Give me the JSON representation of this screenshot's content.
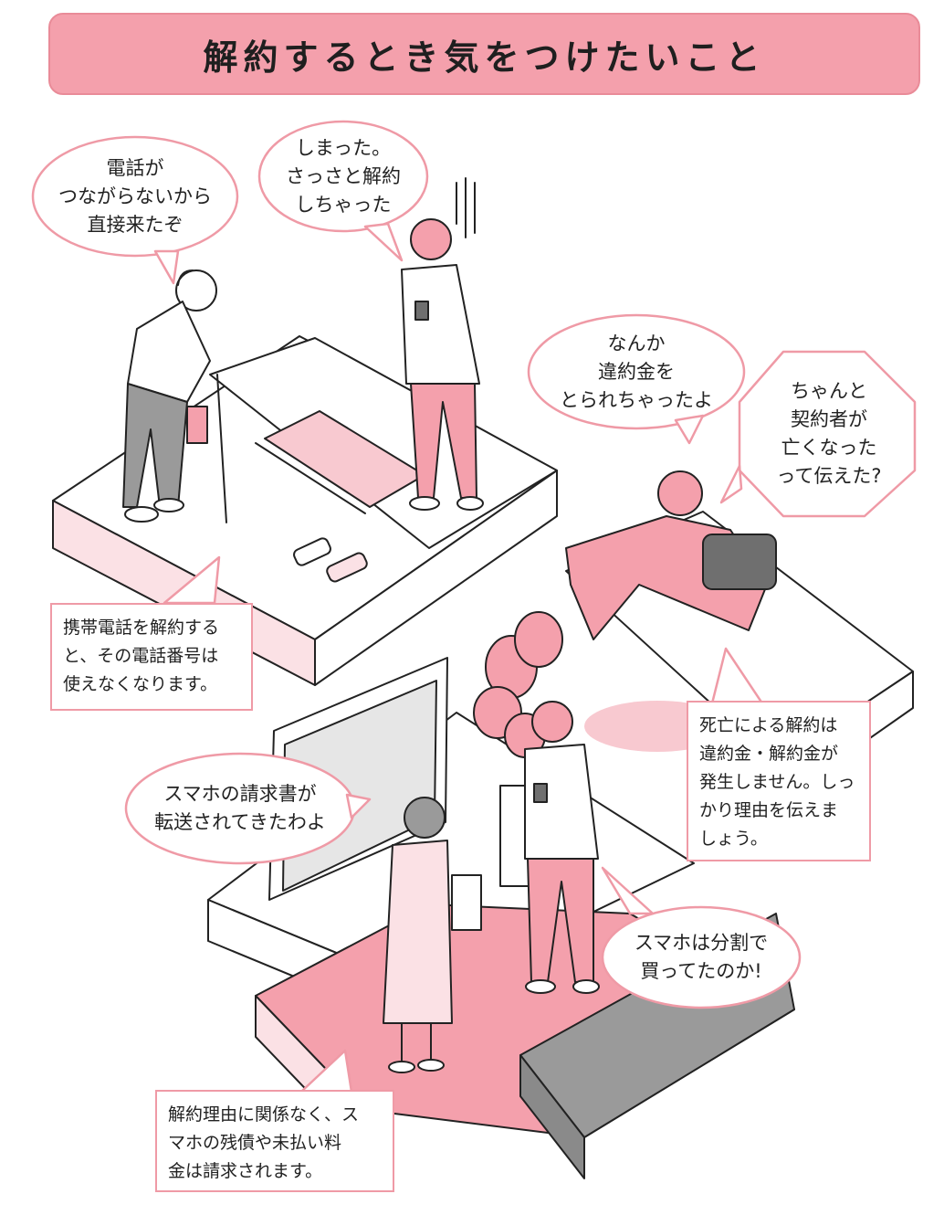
{
  "title": "解約するとき気をつけたいこと",
  "bubbles": {
    "elderly_man": "電話が\nつながらないから\n直接来たぞ",
    "young_man_top": "しまった。\nさっさと解約\nしちゃった",
    "penalty": "なんか\n違約金を\nとられちゃったよ",
    "deceased": "ちゃんと\n契約者が\n亡くなった\nって伝えた?",
    "bill_forward": "スマホの請求書が\n転送されてきたわよ",
    "installment": "スマホは分割で\n買ってたのか!"
  },
  "notes": {
    "phone_number": "携帯電話を解約する\nと、その電話番号は\n使えなくなります。",
    "death_cancel": "死亡による解約は\n違約金・解約金が\n発生しません。しっ\nかり理由を伝えま\nしょう。",
    "remaining_debt": "解約理由に関係なく、ス\nマホの残債や未払い料\n金は請求されます。"
  },
  "colors": {
    "pink": "#f4a0ac",
    "pink_light": "#fbe1e5",
    "pink_border": "#ef9aa6",
    "gray": "#9a9a9a",
    "dark_gray": "#6f6f6f"
  }
}
